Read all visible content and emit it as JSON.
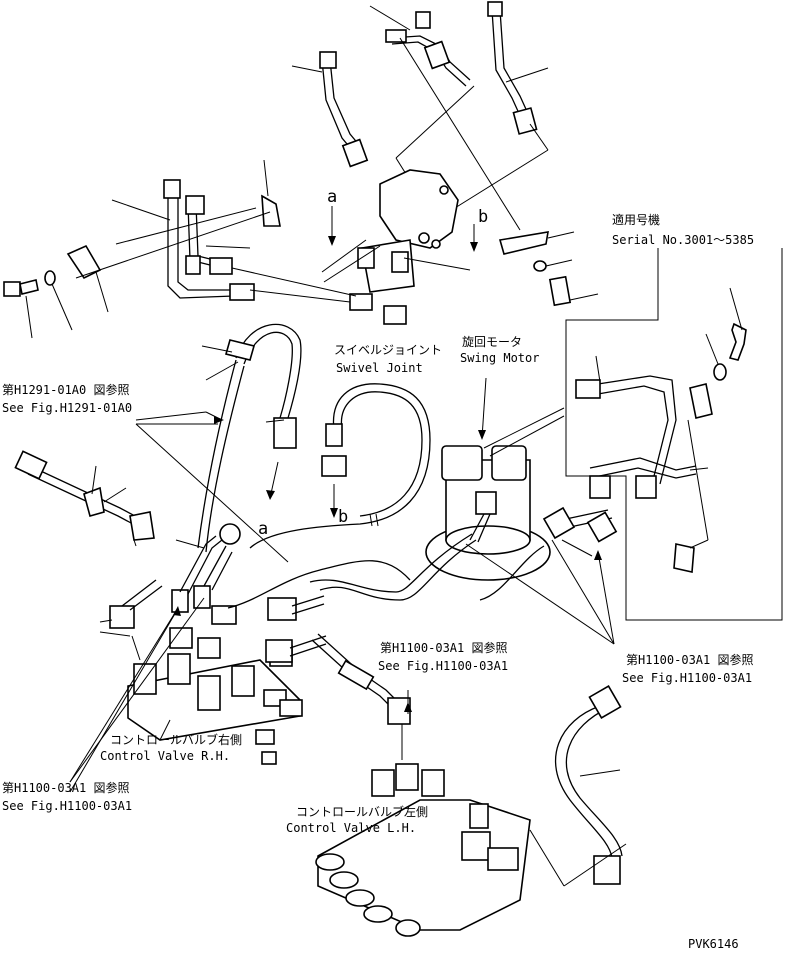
{
  "labels": {
    "serial_jp": "適用号機",
    "serial_en": "Serial No.3001～5385",
    "ref_h1291_jp": "第H1291-01A0 図参照",
    "ref_h1291_en": "See Fig.H1291-01A0",
    "swivel_jp": "スイベルジョイント",
    "swivel_en": "Swivel Joint",
    "swing_jp": "旋回モータ",
    "swing_en": "Swing Motor",
    "ref_h1100_center_jp": "第H1100-03A1 図参照",
    "ref_h1100_center_en": "See Fig.H1100-03A1",
    "ref_h1100_right_jp": "第H1100-03A1 図参照",
    "ref_h1100_right_en": "See Fig.H1100-03A1",
    "cv_rh_jp": "コントロールバルブ右側",
    "cv_rh_en": "Control Valve R.H.",
    "ref_h1100_left_jp": "第H1100-03A1 図参照",
    "ref_h1100_left_en": "See Fig.H1100-03A1",
    "cv_lh_jp": "コントロールバルブ左側",
    "cv_lh_en": "Control Valve L.H.",
    "arrow_a_top": "a",
    "arrow_b_top": "b",
    "arrow_a_bottom": "a",
    "arrow_b_bottom": "b",
    "drawing_code": "PVK6146"
  }
}
